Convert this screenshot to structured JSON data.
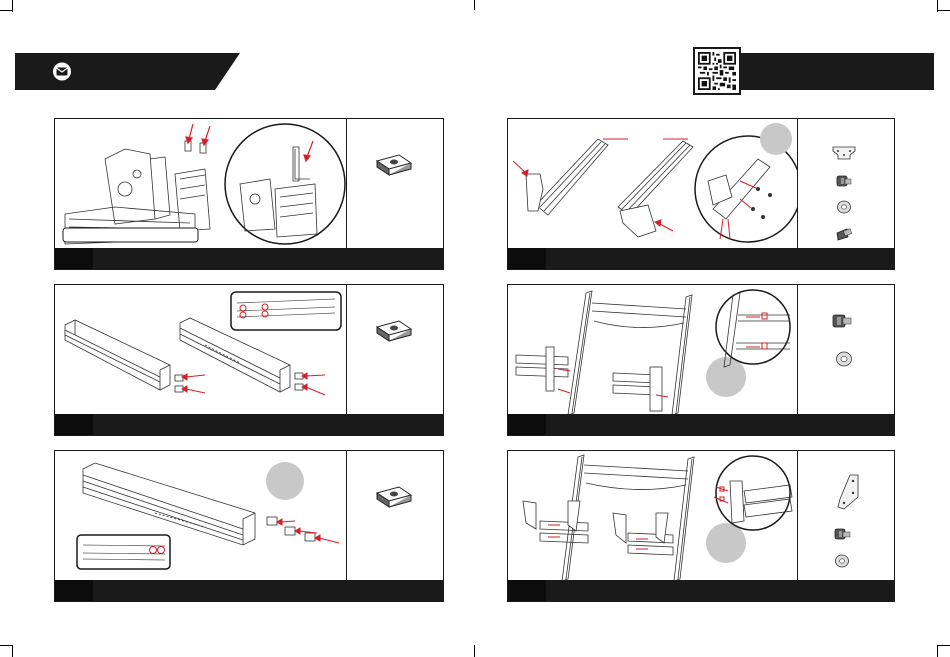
{
  "header": {
    "left_title": "",
    "right_title": "",
    "mail_icon": "envelope-icon",
    "qr_icon": "qr-code-icon"
  },
  "panels": [
    {
      "id": "step-1",
      "step_number": "",
      "caption": "",
      "parts": [
        "t-nut"
      ],
      "note": ""
    },
    {
      "id": "step-2",
      "step_number": "",
      "caption": "",
      "parts": [
        "t-nut"
      ],
      "note": ""
    },
    {
      "id": "step-3",
      "step_number": "",
      "caption": "",
      "parts": [
        "t-nut"
      ],
      "note": ""
    },
    {
      "id": "step-4",
      "step_number": "",
      "caption": "",
      "parts": [
        "bracket-plate",
        "hex-bolt",
        "washer",
        "countersunk-bolt"
      ],
      "note": ""
    },
    {
      "id": "step-5",
      "step_number": "",
      "caption": "",
      "parts": [
        "hex-bolt",
        "washer"
      ],
      "note": ""
    },
    {
      "id": "step-6",
      "step_number": "",
      "caption": "",
      "parts": [
        "curved-bracket",
        "hex-bolt",
        "washer"
      ],
      "note": ""
    }
  ],
  "colors": {
    "dark_band": "#1a1a1a",
    "arrow_red": "#d61f26",
    "callout_grey": "#c8c8c8"
  }
}
